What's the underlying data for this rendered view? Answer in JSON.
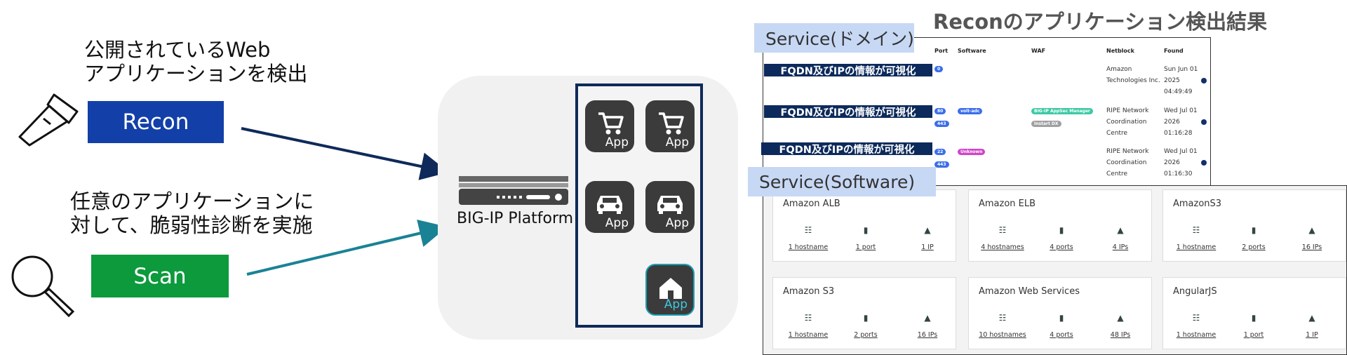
{
  "left": {
    "recon_caption": "公開されているWeb\nアプリケーションを検出",
    "recon_button": "Recon",
    "scan_caption": "任意のアプリケーションに\n対して、脆弱性診断を実施",
    "scan_button": "Scan",
    "colors": {
      "recon": "#1340a8",
      "scan": "#0c9a3c",
      "recon_arrow": "#0f2a5a",
      "scan_arrow": "#1a8295"
    }
  },
  "platform": {
    "label": "BIG-IP Platform",
    "tiles": [
      {
        "icon": "cart-icon",
        "label": "App"
      },
      {
        "icon": "cart-icon",
        "label": "App"
      },
      {
        "icon": "car-icon",
        "label": "App"
      },
      {
        "icon": "car-icon",
        "label": "App"
      },
      {
        "icon": "home-icon",
        "label": "App"
      }
    ]
  },
  "recon_result": {
    "title": "Reconのアプリケーション検出結果",
    "service_domain_tab": "Service(ドメイン)",
    "service_software_tab": "Service(Software)",
    "columns": [
      "Port",
      "Software",
      "WAF",
      "Netblock",
      "Found"
    ],
    "rows": [
      {
        "banner": "FQDN及びIPの情報が可視化",
        "ports": [
          "0"
        ],
        "software": [],
        "waf": [],
        "netblock": "Amazon\nTechnologies Inc.",
        "found": "Sun Jun 01\n2025\n04:49:49"
      },
      {
        "banner": "FQDN及びIPの情報が可視化",
        "ports": [
          "80",
          "443"
        ],
        "software": [
          "volt-adc"
        ],
        "waf": [
          "BIG-IP AppSec Manager",
          "Instart DX"
        ],
        "netblock": "RIPE Network\nCoordination\nCentre",
        "found": "Wed Jul 01\n2026\n01:16:28"
      },
      {
        "banner": "FQDN及びIPの情報が可視化",
        "ports": [
          "22",
          "443"
        ],
        "software": [
          "Unknown"
        ],
        "waf": [],
        "netblock": "RIPE Network\nCoordination\nCentre",
        "found": "Wed Jul 01\n2026\n01:16:30"
      }
    ],
    "software_cards": [
      {
        "title": "Amazon ALB",
        "hostnames": "1 hostname",
        "ports": "1 port",
        "ips": "1 IP"
      },
      {
        "title": "Amazon ELB",
        "hostnames": "4 hostnames",
        "ports": "4 ports",
        "ips": "4 IPs"
      },
      {
        "title": "AmazonS3",
        "hostnames": "1 hostname",
        "ports": "2 ports",
        "ips": "16 IPs"
      },
      {
        "title": "Amazon S3",
        "hostnames": "1 hostname",
        "ports": "2 ports",
        "ips": "16 IPs"
      },
      {
        "title": "Amazon Web Services",
        "hostnames": "10 hostnames",
        "ports": "4 ports",
        "ips": "48 IPs"
      },
      {
        "title": "AngularJS",
        "hostnames": "1 hostname",
        "ports": "1 port",
        "ips": "1 IP"
      }
    ]
  }
}
